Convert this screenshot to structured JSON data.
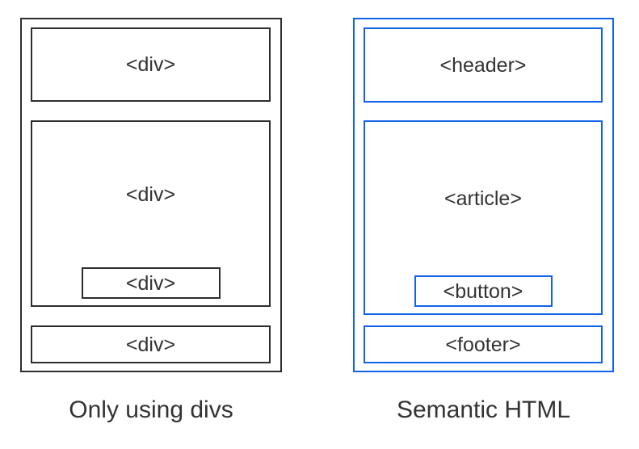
{
  "colors": {
    "divs_outline": "#2d2d2d",
    "semantic_outline": "#1262e8",
    "text": "#333333",
    "background": "#ffffff"
  },
  "left_diagram": {
    "caption": "Only using divs",
    "boxes": {
      "top": "<div>",
      "middle": "<div>",
      "nested": "<div>",
      "bottom": "<div>"
    }
  },
  "right_diagram": {
    "caption": "Semantic HTML",
    "boxes": {
      "top": "<header>",
      "middle": "<article>",
      "nested": "<button>",
      "bottom": "<footer>"
    }
  }
}
